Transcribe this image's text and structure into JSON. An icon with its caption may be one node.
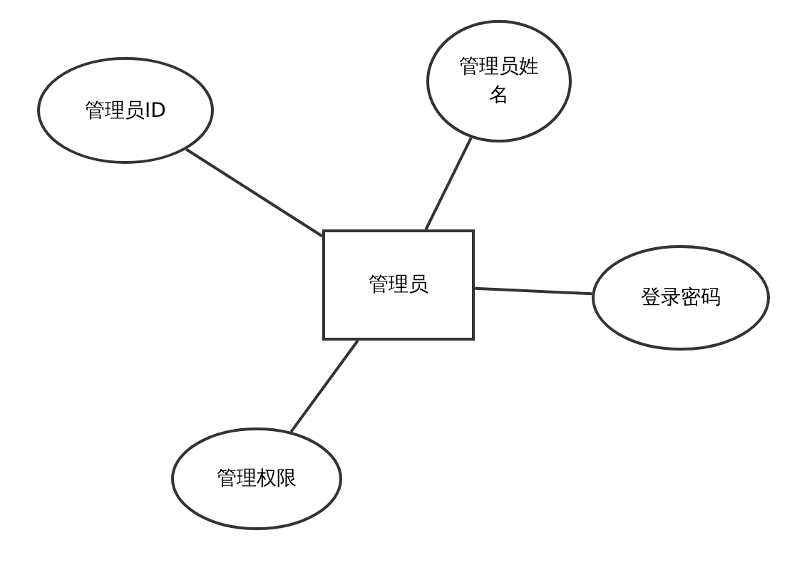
{
  "diagram": {
    "nodes": [
      {
        "text": [
          "管理员ID"
        ]
      },
      {
        "text": [
          "管理员姓名"
        ]
      },
      {
        "text": [
          "管理员"
        ]
      },
      {
        "text": [
          "登录密码"
        ]
      },
      {
        "text": [
          "管理权限"
        ]
      }
    ],
    "edges": [
      {
        "from": 2,
        "to": 0,
        "arrow": "none"
      },
      {
        "from": 2,
        "to": 1,
        "arrow": "none"
      },
      {
        "from": 2,
        "to": 3,
        "arrow": "none"
      },
      {
        "from": 2,
        "to": 4,
        "arrow": "none"
      }
    ]
  }
}
